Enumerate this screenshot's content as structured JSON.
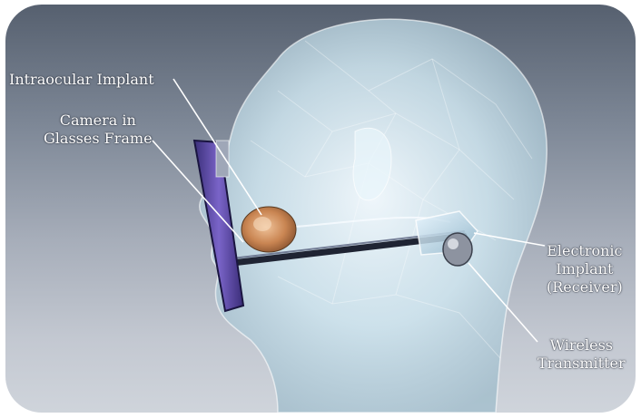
{
  "labels": {
    "intraocular_implant": "Intraocular Implant",
    "camera": [
      "Camera in",
      "Glasses Frame"
    ],
    "electronic_implant": [
      "Electronic",
      "Implant",
      "(Receiver)"
    ],
    "wireless_transmitter": [
      "Wireless",
      "Transmitter"
    ]
  },
  "colors": {
    "background_top": "#56606f",
    "background_bottom": "#cfd4db",
    "head": "#d7ecf5",
    "glasses_lens": "#5a4a9c",
    "eye_implant": "#d39a6a",
    "label_text": "#ffffff"
  }
}
